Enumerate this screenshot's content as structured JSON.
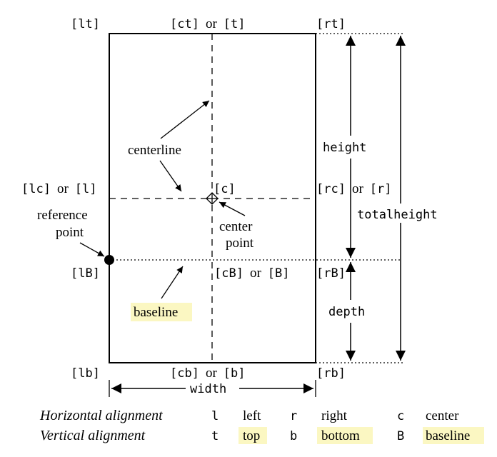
{
  "corners": {
    "lt": "[lt]",
    "rt": "[rt]",
    "lb": "[lb]",
    "rb": "[rb]"
  },
  "top_center": {
    "code": "[ct]",
    "joiner": "or",
    "alt": "[t]"
  },
  "left_center": {
    "code": "[lc]",
    "joiner": "or",
    "alt": "[l]"
  },
  "right_center": {
    "code": "[rc]",
    "joiner": "or",
    "alt": "[r]"
  },
  "center": "[c]",
  "left_baseline": "[lB]",
  "right_baseline": "[rB]",
  "center_baseline": {
    "code": "[cB]",
    "joiner": "or",
    "alt": "[B]"
  },
  "bottom_center": {
    "code": "[cb]",
    "joiner": "or",
    "alt": "[b]"
  },
  "labels": {
    "centerline": "centerline",
    "reference_point_1": "reference",
    "reference_point_2": "point",
    "center_point_1": "center",
    "center_point_2": "point",
    "baseline": "baseline",
    "height": "height",
    "depth": "depth",
    "totalheight": "totalheight",
    "width": "width"
  },
  "legend": {
    "horizontal": {
      "title": "Horizontal alignment",
      "items": [
        {
          "code": "l",
          "word": "left"
        },
        {
          "code": "r",
          "word": "right"
        },
        {
          "code": "c",
          "word": "center"
        }
      ]
    },
    "vertical": {
      "title": "Vertical alignment",
      "items": [
        {
          "code": "t",
          "word": "top"
        },
        {
          "code": "b",
          "word": "bottom"
        },
        {
          "code": "B",
          "word": "baseline"
        }
      ]
    }
  },
  "colors": {
    "highlight": "#fbf7c2",
    "ink": "#000000"
  }
}
